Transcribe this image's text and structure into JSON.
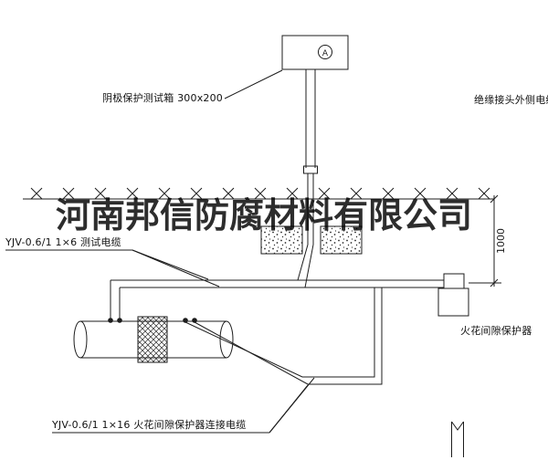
{
  "watermark": {
    "text": "河南邦信防腐材料有限公司"
  },
  "labels": {
    "test_box": "阴极保护测试箱 300x200",
    "insulated_joint_cable": "绝缘接头外侧电缆",
    "test_cable": "YJV-0.6/1 1×6  测试电缆",
    "spark_gap_protector": "火花间隙保护器",
    "connection_cable": "YJV-0.6/1 1×16  火花间隙保护器连接电缆",
    "ammeter_symbol": "A",
    "dimension_depth": "1000"
  },
  "colors": {
    "line": "#1c1c1c",
    "background": "#ffffff",
    "watermark": "#000000"
  }
}
